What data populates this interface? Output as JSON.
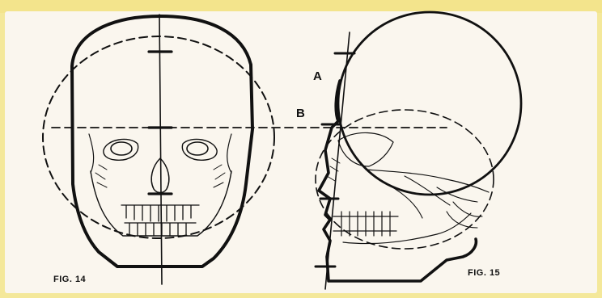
{
  "figures": {
    "left_caption": "FIG. 14",
    "right_caption": "FIG. 15"
  },
  "labels": {
    "a": "A",
    "b": "B"
  },
  "colors": {
    "paper": "#faf6ee",
    "border_yellow": "#f4e89a",
    "ink": "#111111"
  }
}
